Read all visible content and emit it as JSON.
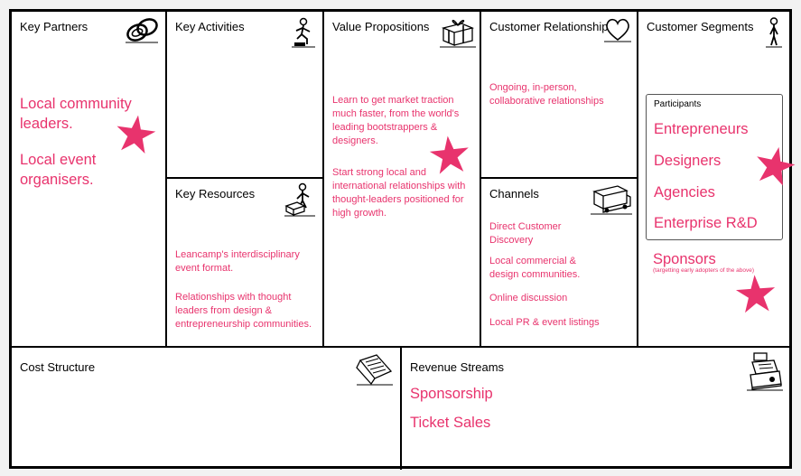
{
  "colors": {
    "accent": "#e8336d",
    "grid": "#000000"
  },
  "key_partners": {
    "title": "Key Partners",
    "icon": "chain-link-icon",
    "items": [
      "Local community leaders.",
      "Local event organisers."
    ]
  },
  "key_activities": {
    "title": "Key Activities",
    "icon": "worker-icon"
  },
  "key_resources": {
    "title": "Key Resources",
    "icon": "worker-with-crate-icon",
    "items": [
      "Leancamp's interdisciplinary event format.",
      "Relationships with thought leaders from design & entrepreneurship communities."
    ]
  },
  "value_propositions": {
    "title": "Value Propositions",
    "icon": "gift-icon",
    "items": [
      "Learn to get market traction much faster, from the world's leading  bootstrappers & designers.",
      "Start strong local and international relationships with thought-leaders positioned for high growth."
    ]
  },
  "customer_relationships": {
    "title": "Customer Relationships",
    "icon": "heart-icon",
    "items": [
      "Ongoing, in-person, collaborative relationships"
    ]
  },
  "channels": {
    "title": "Channels",
    "icon": "truck-icon",
    "items": [
      "Direct Customer Discovery",
      "Local commercial & design communities.",
      "Online discussion",
      "Local PR & event listings"
    ]
  },
  "customer_segments": {
    "title": "Customer Segments",
    "icon": "person-icon",
    "participants_label": "Participants",
    "participants": [
      "Entrepreneurs",
      "Designers",
      "Agencies",
      "Enterprise R&D"
    ],
    "sponsors": "Sponsors",
    "sponsors_note": "(targetting early adopters of the above)"
  },
  "cost_structure": {
    "title": "Cost Structure",
    "icon": "price-tag-icon"
  },
  "revenue_streams": {
    "title": "Revenue Streams",
    "icon": "cash-register-icon",
    "items": [
      "Sponsorship",
      "Ticket Sales"
    ]
  }
}
